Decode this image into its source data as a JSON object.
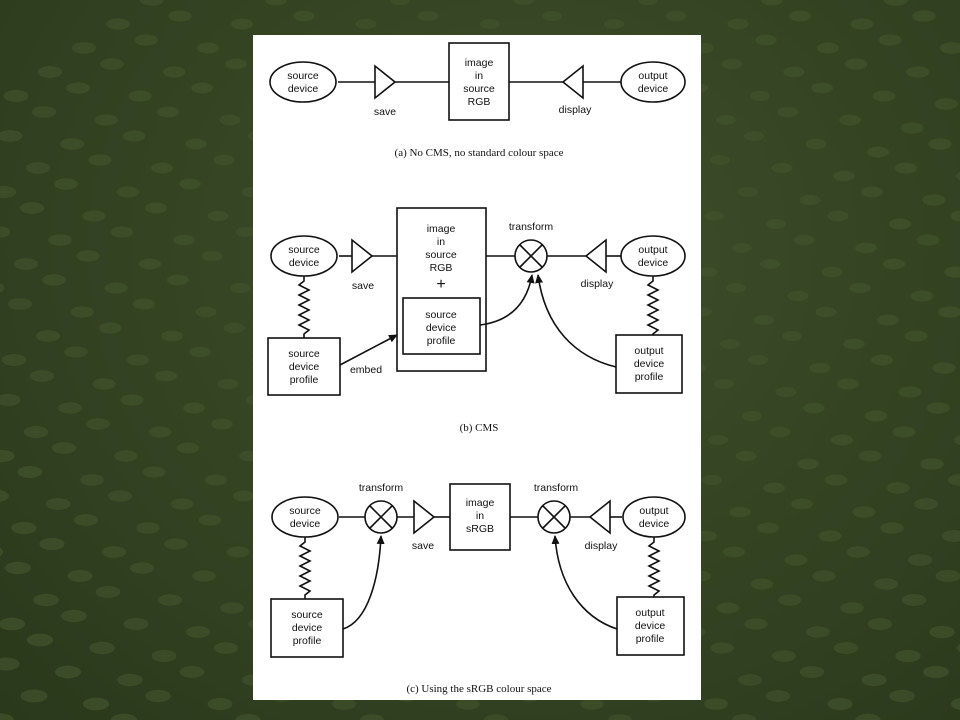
{
  "panel_a": {
    "source_device": [
      "source",
      "device"
    ],
    "save": "save",
    "image": [
      "image",
      "in",
      "source",
      "RGB"
    ],
    "display": "display",
    "output_device": [
      "output",
      "device"
    ],
    "caption": "(a) No CMS, no standard colour space"
  },
  "panel_b": {
    "source_device": [
      "source",
      "device"
    ],
    "save": "save",
    "image": [
      "image",
      "in",
      "source",
      "RGB"
    ],
    "plus": "+",
    "embedded_profile": [
      "source",
      "device",
      "profile"
    ],
    "transform": "transform",
    "display": "display",
    "output_device": [
      "output",
      "device"
    ],
    "source_profile": [
      "source",
      "device",
      "profile"
    ],
    "embed": "embed",
    "output_profile": [
      "output",
      "device",
      "profile"
    ],
    "caption": "(b) CMS"
  },
  "panel_c": {
    "source_device": [
      "source",
      "device"
    ],
    "transform_left": "transform",
    "save": "save",
    "image": [
      "image",
      "in",
      "sRGB"
    ],
    "transform_right": "transform",
    "display": "display",
    "output_device": [
      "output",
      "device"
    ],
    "source_profile": [
      "source",
      "device",
      "profile"
    ],
    "output_profile": [
      "output",
      "device",
      "profile"
    ],
    "caption": "(c) Using the sRGB colour space"
  }
}
